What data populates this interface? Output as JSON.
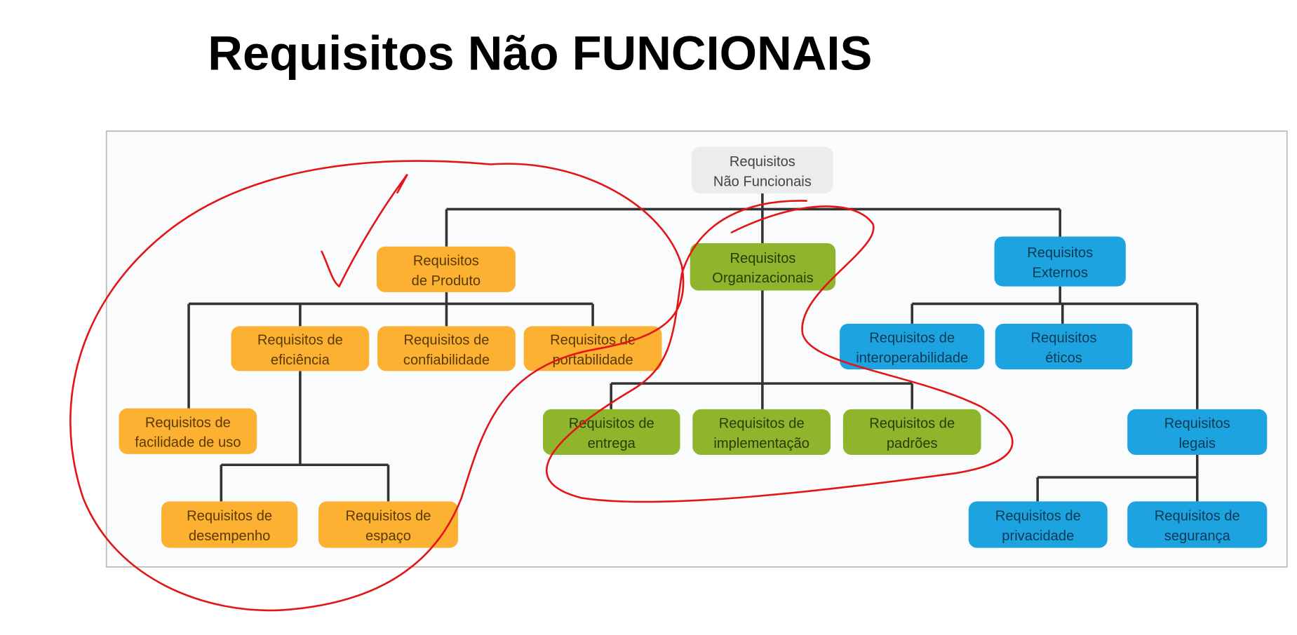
{
  "title": "Requisitos Não FUNCIONAIS",
  "colors": {
    "root": "#ececec",
    "product": "#fdb133",
    "organizational": "#8fb52c",
    "external": "#1da4e0",
    "annotation": "#e31515"
  },
  "nodes": {
    "root": {
      "line1": "Requisitos",
      "line2": "Não Funcionais"
    },
    "produto": {
      "line1": "Requisitos",
      "line2": "de Produto"
    },
    "organizacionais": {
      "line1": "Requisitos",
      "line2": "Organizacionais"
    },
    "externos": {
      "line1": "Requisitos",
      "line2": "Externos"
    },
    "eficiencia": {
      "line1": "Requisitos de",
      "line2": "eficiência"
    },
    "confiabilidade": {
      "line1": "Requisitos de",
      "line2": "confiabilidade"
    },
    "portabilidade": {
      "line1": "Requisitos de",
      "line2": "portabilidade"
    },
    "facilidade": {
      "line1": "Requisitos de",
      "line2": "facilidade de uso"
    },
    "desempenho": {
      "line1": "Requisitos de",
      "line2": "desempenho"
    },
    "espaco": {
      "line1": "Requisitos de",
      "line2": "espaço"
    },
    "entrega": {
      "line1": "Requisitos de",
      "line2": "entrega"
    },
    "implementacao": {
      "line1": "Requisitos de",
      "line2": "implementação"
    },
    "padroes": {
      "line1": "Requisitos de",
      "line2": "padrões"
    },
    "interoperabilidade": {
      "line1": "Requisitos de",
      "line2": "interoperabilidade"
    },
    "eticos": {
      "line1": "Requisitos",
      "line2": "éticos"
    },
    "legais": {
      "line1": "Requisitos",
      "line2": "legais"
    },
    "privacidade": {
      "line1": "Requisitos de",
      "line2": "privacidade"
    },
    "seguranca": {
      "line1": "Requisitos de",
      "line2": "segurança"
    }
  }
}
